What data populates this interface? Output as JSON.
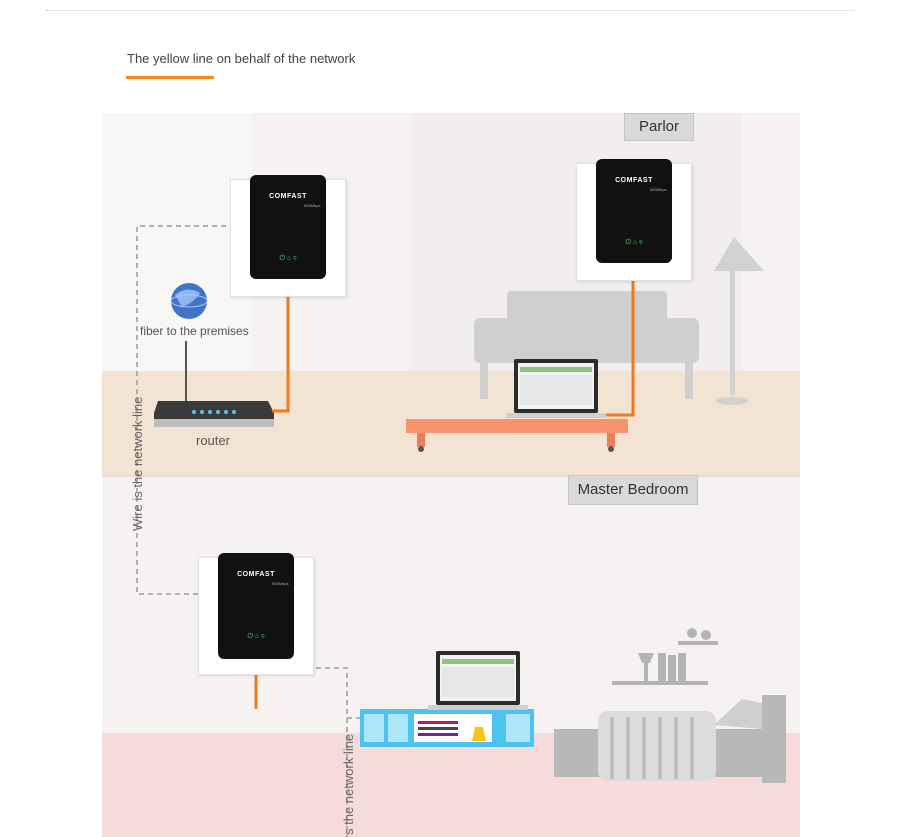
{
  "heading": "The yellow line on behalf of the network",
  "rooms": {
    "parlor": "Parlor",
    "master_bedroom": "Master Bedroom"
  },
  "labels": {
    "fiber": "fiber to the premises",
    "router": "router",
    "wire_left": "Wire is the network line",
    "wire_bottom": "s the network line"
  },
  "adapters": {
    "brand": "COMFAST",
    "sub": "500Mbps",
    "leds": "⏻ ⌂ ⚲"
  },
  "colors": {
    "accent": "#f08a1c",
    "network_line": "#f07a1c",
    "dashed_line": "#999999"
  }
}
